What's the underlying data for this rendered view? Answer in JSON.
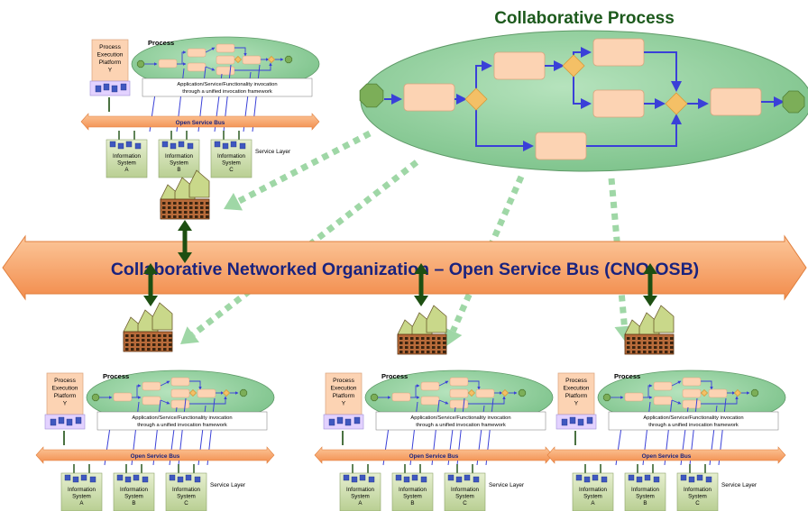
{
  "collab": {
    "title": "Collaborative Process"
  },
  "cno_bus": {
    "label": "Collaborative Networked Organization – Open Service Bus (CNO-OSB)"
  },
  "enterprise": {
    "process_label": "Process",
    "platform_lines": [
      "Process",
      "Execution",
      "Platform",
      "Y"
    ],
    "invocation_lines": [
      "Application/Service/Functionality invocation",
      "through a unified invocation framework"
    ],
    "bus_label": "Open Service Bus",
    "service_layer": "Service Layer",
    "systems": [
      [
        "Information",
        "System",
        "A"
      ],
      [
        "Information",
        "System",
        "B"
      ],
      [
        "Information",
        "System",
        "C"
      ]
    ]
  },
  "colors": {
    "ellipse": "#8fcf9a",
    "bus": "#f6a46a",
    "task": "#fcd3b3",
    "gateway": "#f4c066",
    "event": "#7cae58",
    "flow": "#3a40d8",
    "dashed_arrow": "#9fd7a6",
    "link_arrow": "#1d4f12",
    "cno_text": "#1a237e",
    "system_box": "#cfe0b0"
  }
}
